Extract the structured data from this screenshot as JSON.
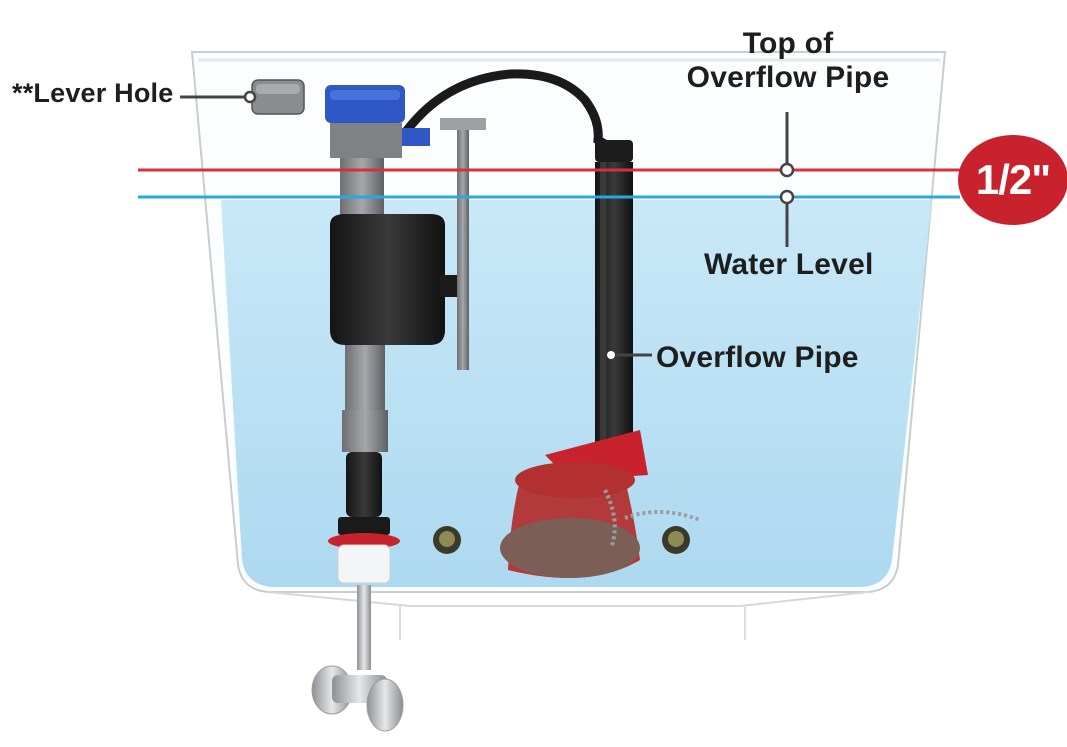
{
  "labels": {
    "lever_hole": "**Lever Hole",
    "top_of_overflow_line1": "Top of",
    "top_of_overflow_line2": "Overflow Pipe",
    "water_level": "Water Level",
    "overflow_pipe": "Overflow Pipe"
  },
  "badge": {
    "text": "1/2\"",
    "color": "#c8232c"
  },
  "colors": {
    "overflow_top_line": "#d3323a",
    "water_level_line": "#29a8e0",
    "water": "#bfe3f5",
    "callout_line": "#444444"
  },
  "components": [
    "tank-icon",
    "fill-valve-icon",
    "refill-tube-icon",
    "overflow-pipe-icon",
    "flapper-icon",
    "flush-valve-seat-icon",
    "tank-bolt-icon",
    "lift-chain-icon",
    "supply-shutoff-valve-icon",
    "lever-hole-icon"
  ]
}
